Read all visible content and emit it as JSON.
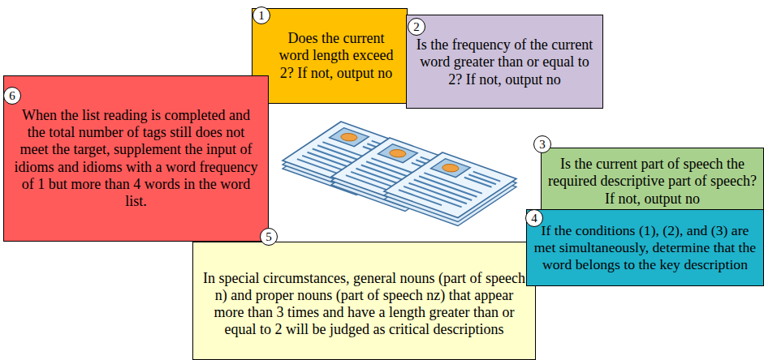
{
  "diagram": {
    "nodes": [
      {
        "text": [
          "1",
          "Does the current word length exceed 2? If not, output no"
        ]
      },
      {
        "text": [
          "2",
          "Is the frequency of the current word greater than or equal to 2? If not, output no"
        ]
      },
      {
        "text": [
          "3",
          "Is the current part of speech the required descriptive part of speech? If not, output no"
        ]
      },
      {
        "text": [
          "4",
          "If the conditions (1), (2), and (3) are met simultaneously, determine that the word belongs to the key description"
        ]
      },
      {
        "text": [
          "5",
          "In special circumstances, general nouns (part of speech n) and proper nouns (part of speech nz) that appear more than 3 times and have a length greater than or equal to 2 will be judged as critical descriptions"
        ]
      },
      {
        "text": [
          "6",
          "When the list reading is completed and the total number of tags still does not meet the target, supplement the input of idioms and idioms with a word frequency of 1 but more than 4 words in the word list."
        ]
      }
    ]
  }
}
